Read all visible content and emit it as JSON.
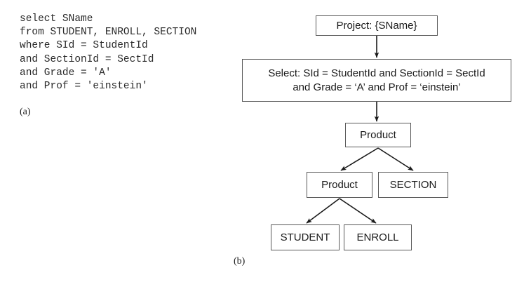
{
  "figure": {
    "panel_a": {
      "label": "(a)",
      "sql_lines": [
        "select SName",
        "from STUDENT, ENROLL, SECTION",
        "where SId = StudentId",
        "and SectionId = SectId",
        "and Grade = 'A'",
        "and Prof = 'einstein'"
      ]
    },
    "panel_b": {
      "label": "(b)",
      "nodes": {
        "project": "Project: {SName}",
        "select_line1": "Select: SId = StudentId and SectionId = SectId",
        "select_line2": "and Grade = ‘A’ and Prof = ‘einstein’",
        "product_top": "Product",
        "product_mid": "Product",
        "section": "SECTION",
        "student": "STUDENT",
        "enroll": "ENROLL"
      }
    }
  },
  "colors": {
    "border": "#585858",
    "edge": "#1a1a1a",
    "text": "#1a1a1a",
    "background": "#ffffff"
  }
}
